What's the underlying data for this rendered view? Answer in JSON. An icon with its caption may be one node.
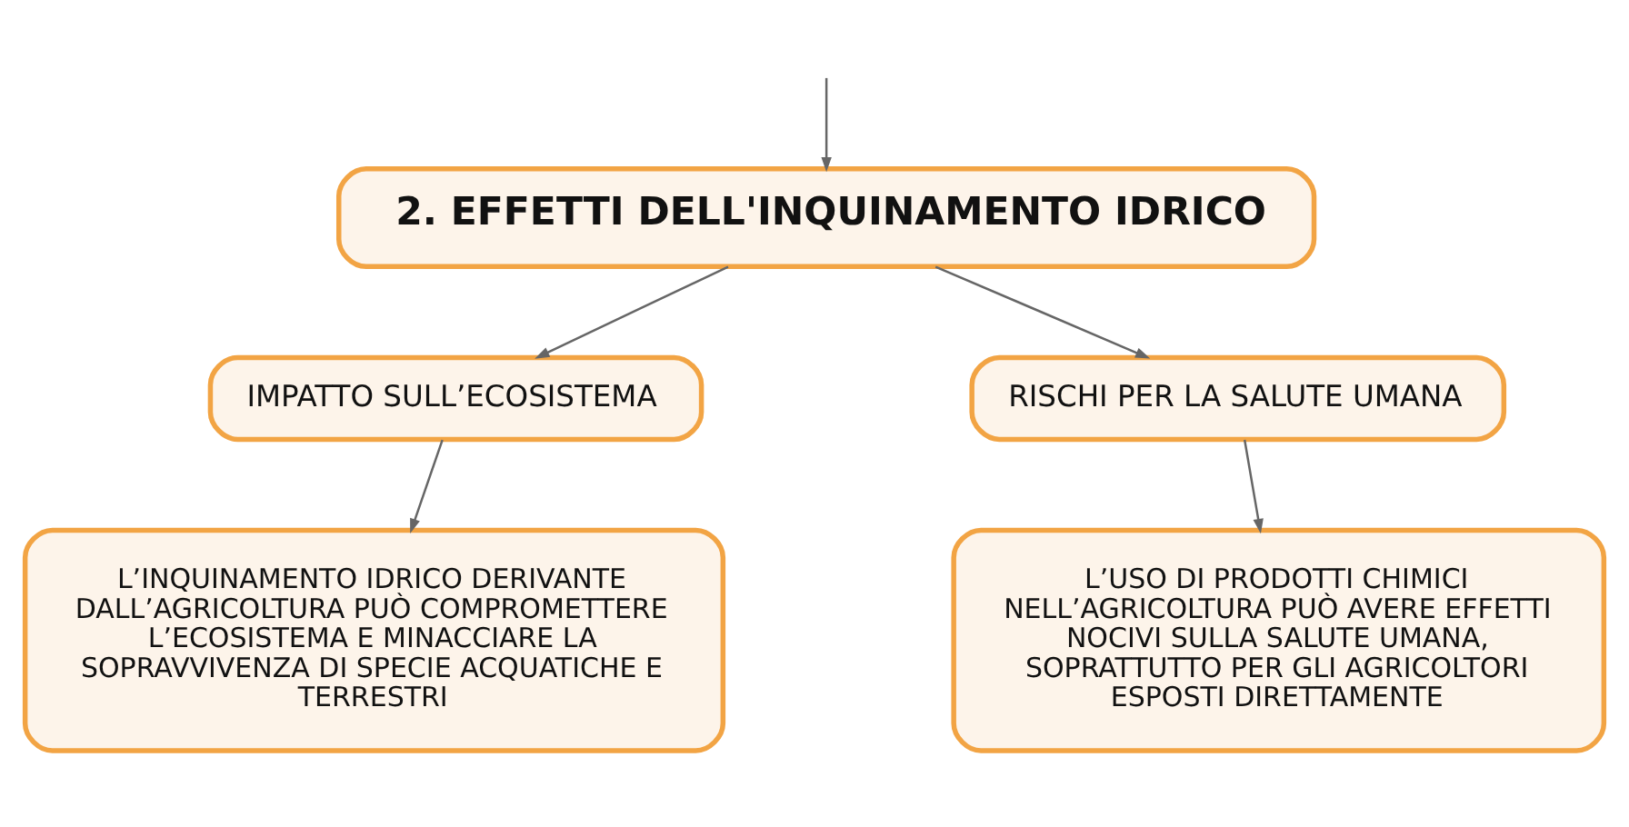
{
  "diagram": {
    "nodes": [
      {
        "text": [
          "2. EFFETTI DELL'INQUINAMENTO IDRICO"
        ]
      },
      {
        "text": [
          "IMPATTO SULL’ECOSISTEMA"
        ]
      },
      {
        "text": [
          "RISCHI PER LA SALUTE UMANA"
        ]
      },
      {
        "text": [
          "L’INQUINAMENTO IDRICO DERIVANTE DALL’AGRICOLTURA PUÒ COMPROMETTERE L’ECOSISTEMA E MINACCIARE LA SOPRAVVIVENZA DI SPECIE ACQUATICHE E TERRESTRI"
        ]
      },
      {
        "text": [
          "L’USO DI PRODOTTI CHIMICI NELL’AGRICOLTURA PUÒ AVERE EFFETTI NOCIVI SULLA SALUTE UMANA, SOPRATTUTTO PER GLI AGRICOLTORI ESPOSTI DIRETTAMENTE"
        ]
      }
    ],
    "edges": [
      {
        "from": null,
        "to": 0,
        "arrow": "to"
      },
      {
        "from": 0,
        "to": 1,
        "arrow": "to"
      },
      {
        "from": 0,
        "to": 2,
        "arrow": "to"
      },
      {
        "from": 1,
        "to": 3,
        "arrow": "to"
      },
      {
        "from": 2,
        "to": 4,
        "arrow": "to"
      }
    ]
  }
}
